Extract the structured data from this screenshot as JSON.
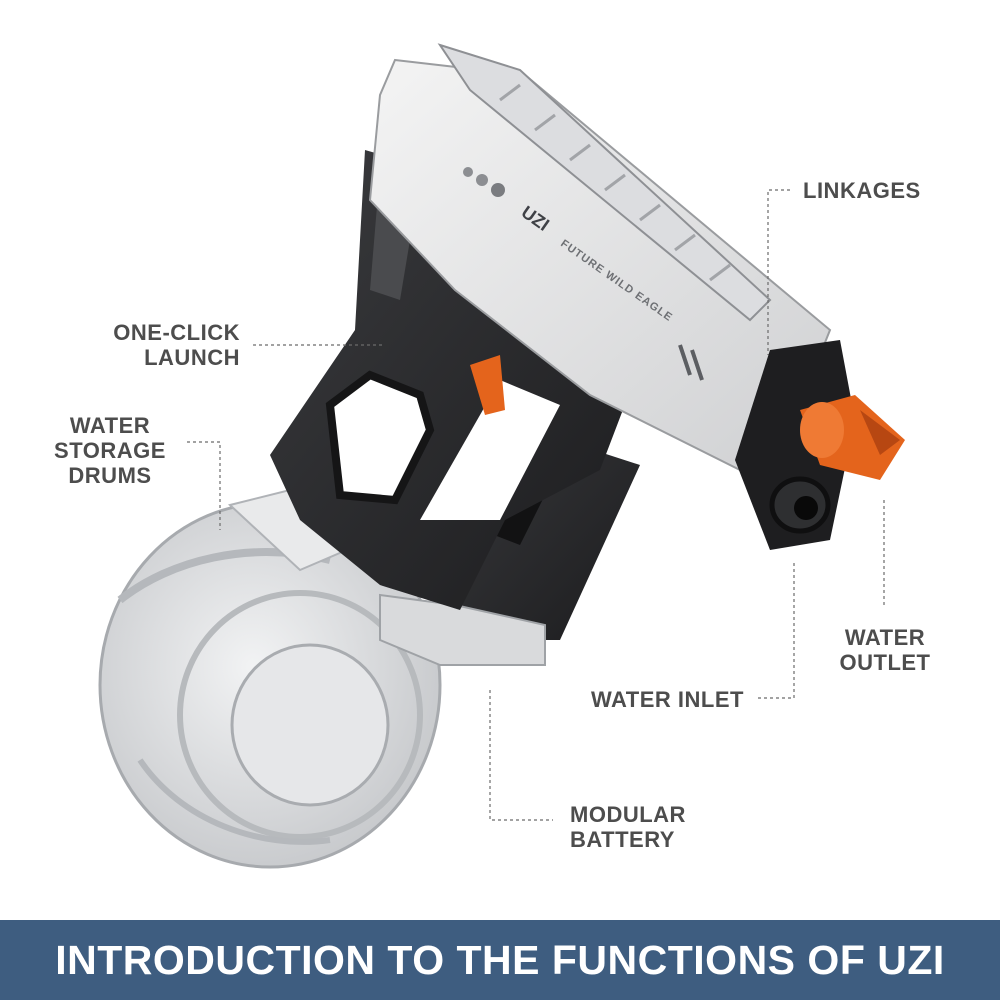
{
  "product": {
    "side_text": "FUTURE WILD EAGLE",
    "logo_text": "UZI"
  },
  "labels": {
    "linkages": "LINKAGES",
    "one_click_launch": [
      "ONE-CLICK",
      "LAUNCH"
    ],
    "water_storage_drums": [
      "WATER",
      "STORAGE",
      "DRUMS"
    ],
    "water_outlet": [
      "WATER",
      "OUTLET"
    ],
    "water_inlet": "WATER INLET",
    "modular_battery": [
      "MODULAR",
      "BATTERY"
    ]
  },
  "banner": {
    "title": "INTRODUCTION TO THE FUNCTIONS OF UZI"
  },
  "colors": {
    "banner": "#3e5d80",
    "label_text": "#4d4d4d",
    "accent_orange": "#e4641c",
    "body_dark": "#2e2e30",
    "body_light": "#e8e8e8"
  }
}
